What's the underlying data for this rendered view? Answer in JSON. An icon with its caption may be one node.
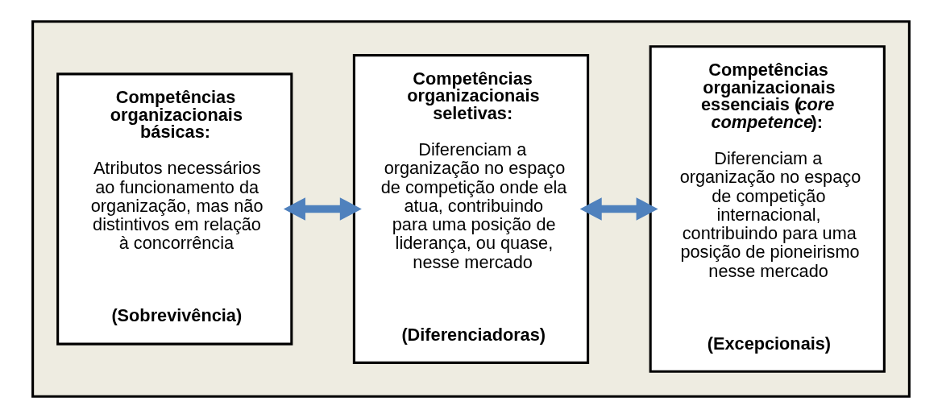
{
  "diagram": {
    "nodes": [
      {
        "text": [],
        "shape": "box"
      },
      {
        "text": [
          "Competências organizacionais básicas:",
          "Atributos necessários ao funcionamento da organização, mas não distintivos em relação à concorrência",
          "(Sobrevivência)"
        ],
        "in": 0
      },
      {
        "text": [
          "Competências organizacionais seletivas:",
          "Diferenciam a organização no espaço de competição onde ela atua, contribuindo para uma posição de liderança, ou quase, nesse mercado",
          "(Diferenciadoras)"
        ],
        "in": 0
      },
      {
        "text": [
          "Competências organizacionais essenciais (*core competence*):",
          "Diferenciam a organização no espaço de competição internacional, contribuindo para uma posição de pioneirismo nesse mercado",
          "(Excepcionais)"
        ],
        "in": 0
      }
    ],
    "edges": [
      {
        "from": 1,
        "to": 2,
        "arrow": "both"
      },
      {
        "from": 2,
        "to": 3,
        "arrow": "both"
      }
    ]
  }
}
